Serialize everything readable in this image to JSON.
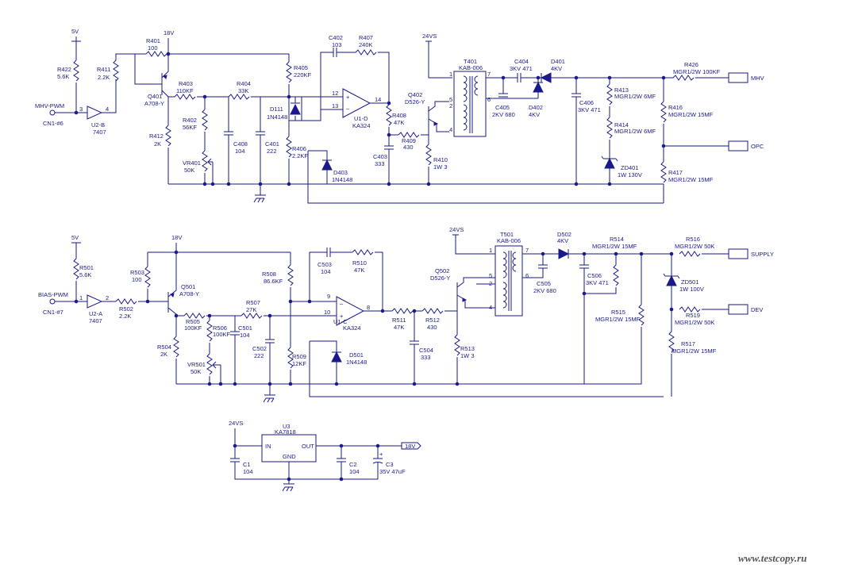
{
  "sections": {
    "mhv": {
      "cn": "CN1-#6",
      "sig": "MHV-PWM",
      "u2": "U2-B",
      "u2v": "7407",
      "p3": "3",
      "p4": "4",
      "v5": "5V",
      "v18": "18V",
      "v24": "24VS",
      "r422": "R422",
      "r422v": "5.6K",
      "r411": "R411",
      "r411v": "2.2K",
      "r401": "R401",
      "r401v": "100",
      "q401": "Q401",
      "q401v": "A708-Y",
      "r403": "R403",
      "r403v": "110KF",
      "r404": "R404",
      "r404v": "33K",
      "r402": "R402",
      "r402v": "56KF",
      "r412": "R412",
      "r412v": "2K",
      "vr401": "VR401",
      "vr401v": "50K",
      "c408": "C408",
      "c408v": "104",
      "c401": "C401",
      "c401v": "222",
      "d111": "D111",
      "d111v": "1N4148",
      "r405": "R405",
      "r405v": "220KF",
      "r406": "R406",
      "r406v": "2.2KF",
      "d403": "D403",
      "d403v": "1N4148",
      "c402": "C402",
      "c402v": "103",
      "r407": "R407",
      "r407v": "240K",
      "u1": "U1-D",
      "u1v": "KA324",
      "p12": "12",
      "p13": "13",
      "p14": "14",
      "r408": "R408",
      "r408v": "47K",
      "c403": "C403",
      "c403v": "333",
      "r409": "R409",
      "r409v": "430",
      "q402": "Q402",
      "q402v": "D526-Y",
      "r410": "R410",
      "r410v": "1W 3",
      "t401": "T401",
      "t401v": "KAB-006",
      "tp1": "1",
      "tp7": "7",
      "tp5": "5",
      "tp2": "2",
      "tp6": "6",
      "tp4": "4",
      "c404": "C404",
      "c404v": "3KV 471",
      "d401": "D401",
      "d401v": "4KV",
      "c405": "C405",
      "c405v": "2KV 680",
      "d402": "D402",
      "d402v": "4KV",
      "c406": "C406",
      "c406v": "3KV 471",
      "r413": "R413",
      "r413v": "MGR1/2W 6MF",
      "r414": "R414",
      "r414v": "MGR1/2W 6MF",
      "zd401": "ZD401",
      "zd401v": "1W 130V",
      "r426": "R426",
      "r426v": "MGR1/2W 100KF",
      "r416": "R416",
      "r416v": "MGR1/2W 15MF",
      "r417": "R417",
      "r417v": "MGR1/2W 15MF",
      "out1": "MHV",
      "out2": "OPC"
    },
    "bias": {
      "cn": "CN1-#7",
      "sig": "BIAS-PWM",
      "u2": "U2-A",
      "u2v": "7407",
      "p1": "1",
      "p2": "2",
      "v5": "5V",
      "v18": "18V",
      "v24": "24VS",
      "r501": "R501",
      "r501v": "5.6K",
      "r502": "R502",
      "r502v": "2.2K",
      "r503": "R503",
      "r503v": "100",
      "q501": "Q501",
      "q501v": "A708-Y",
      "r505": "R505",
      "r505v": "100KF",
      "r506": "R506",
      "r506v": "100KF",
      "r504": "R504",
      "r504v": "2K",
      "vr501": "VR501",
      "vr501v": "50K",
      "c501": "C501",
      "c501v": "104",
      "r507": "R507",
      "r507v": "27K",
      "c502": "C502",
      "c502v": "222",
      "r508": "R508",
      "r508v": "86.6KF",
      "r509": "R509",
      "r509v": "12KF",
      "c503": "C503",
      "c503v": "104",
      "r510": "R510",
      "r510v": "47K",
      "u1": "U1-C",
      "u1v": "KA324",
      "p9": "9",
      "p10": "10",
      "p8": "8",
      "d501": "D501",
      "d501v": "1N4148",
      "r511": "R511",
      "r511v": "47K",
      "r512": "R512",
      "r512v": "430",
      "c504": "C504",
      "c504v": "333",
      "q502": "Q502",
      "q502v": "D526-Y",
      "r513": "R513",
      "r513v": "1W 3",
      "t501": "T501",
      "t501v": "KAB-006",
      "tp1": "1",
      "tp7": "7",
      "tp5": "5",
      "tp2": "2",
      "tp6": "6",
      "tp4": "4",
      "d502": "D502",
      "d502v": "4KV",
      "c505": "C505",
      "c505v": "2KV 680",
      "c506": "C506",
      "c506v": "3KV 471",
      "r514": "R514",
      "r514v": "MGR1/2W 15MF",
      "r515": "R515",
      "r515v": "MGR1/2W 15MF",
      "r516": "R516",
      "r516v": "MGR1/2W 50K",
      "zd501": "ZD501",
      "zd501v": "1W 100V",
      "r519": "R519",
      "r519v": "MGR1/2W 50K",
      "r517": "R517",
      "r517v": "MGR1/2W 15MF",
      "out1": "SUPPLY",
      "out2": "DEV"
    },
    "reg": {
      "v24": "24VS",
      "u3": "U3",
      "u3v": "KA7818",
      "in": "IN",
      "out": "OUT",
      "gnd": "GND",
      "c1": "C1",
      "c1v": "104",
      "c2": "C2",
      "c2v": "104",
      "c3": "C3",
      "c3v": "35V 47uF",
      "plus": "+",
      "v18": "18V"
    }
  },
  "watermark": "www.testcopy.ru"
}
